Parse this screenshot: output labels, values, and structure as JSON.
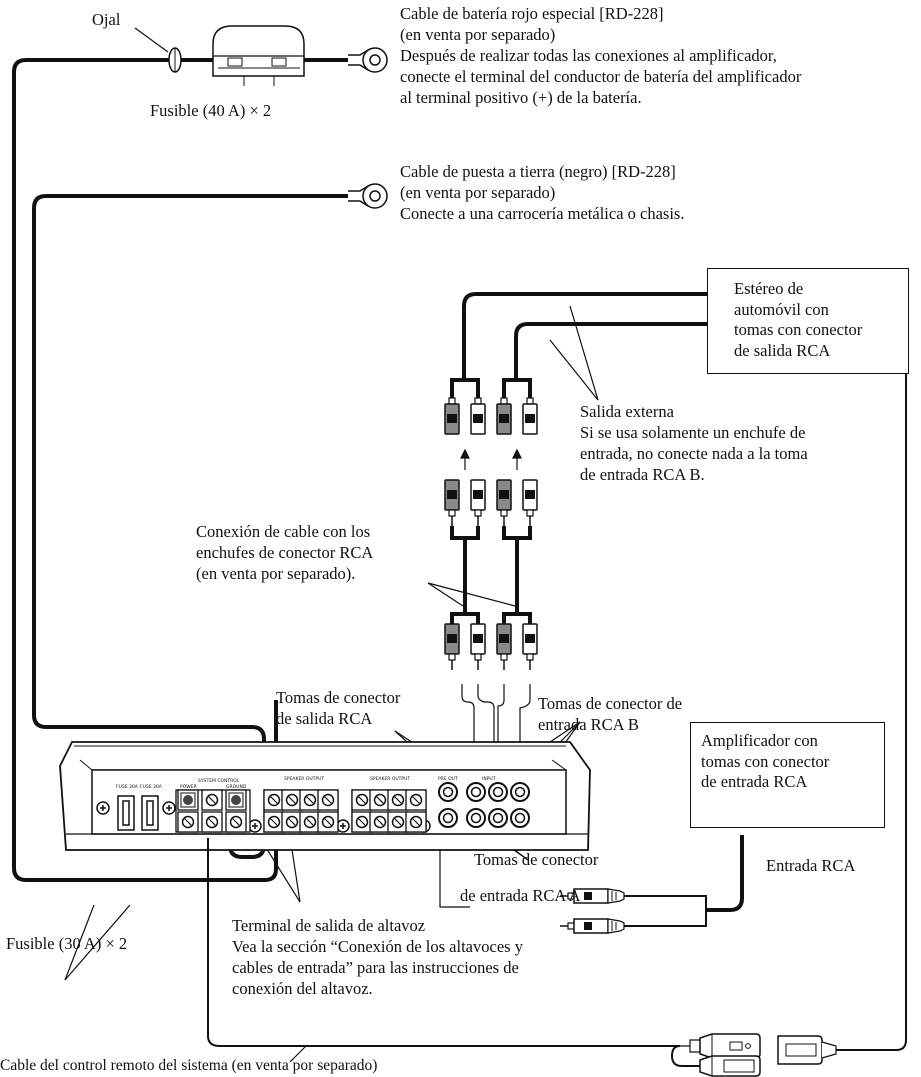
{
  "labels": {
    "grommet": "Ojal",
    "fuse_40": "Fusible (40 A) × 2",
    "fuse_30": "Fusible (30 A) × 2",
    "battery_cable": "Cable de batería rojo especial [RD-228]",
    "battery_sold_separately": "(en venta por separado)",
    "battery_note_1": "Después de realizar todas las conexiones al amplificador,",
    "battery_note_2": "conecte el terminal del conductor de batería del amplificador",
    "battery_note_3": "al terminal positivo (+) de la batería.",
    "ground_cable": "Cable de puesta a tierra (negro) [RD-228]",
    "ground_sold_separately": "(en venta por separado)",
    "ground_note": "Conecte a una carrocería metálica o chasis.",
    "stereo_1": "Estéreo de",
    "stereo_2": "automóvil con",
    "stereo_3": "tomas con conector",
    "stereo_4": "de salida RCA",
    "external_out": "Salida externa",
    "single_plug_1": "Si se usa solamente un enchufe de",
    "single_plug_2": "entrada, no conecte nada a la toma",
    "single_plug_3": "de entrada RCA B.",
    "rca_cable_1": "Conexión de cable con los",
    "rca_cable_2": "enchufes de conector RCA",
    "rca_cable_3": "(en venta por separado).",
    "rca_out_jacks_1": "Tomas de conector",
    "rca_out_jacks_2": "de salida RCA",
    "rca_in_b_1": "Tomas de conector de",
    "rca_in_b_2": "entrada RCA B",
    "amp_1": "Amplificador con",
    "amp_2": "tomas con conector",
    "amp_3": "de entrada RCA",
    "rca_input": "Entrada RCA",
    "rca_in_a_1": "Tomas de conector",
    "rca_in_a_2": "de entrada RCA A",
    "speaker_out_1": "Terminal de salida de altavoz",
    "speaker_out_2": "Vea la sección “Conexión de los altavoces y",
    "speaker_out_3": "cables de entrada” para las instrucciones de",
    "speaker_out_4": "conexión del altavoz.",
    "remote_cable": "Cable del control remoto del sistema (en venta por separado)"
  },
  "panel_text": {
    "fuse_a": "FUSE 30A",
    "fuse_b": "FUSE 30A",
    "power": "POWER",
    "system_control": "SYSTEM CONTROL",
    "ground": "GROUND",
    "speaker_output_1": "SPEAKER OUTPUT",
    "speaker_output_2": "SPEAKER OUTPUT",
    "pre_out": "PRE OUT",
    "input": "INPUT"
  },
  "colors": {
    "line": "#111111",
    "plug_red": "#8a8a8a",
    "plug_white": "#ffffff"
  }
}
